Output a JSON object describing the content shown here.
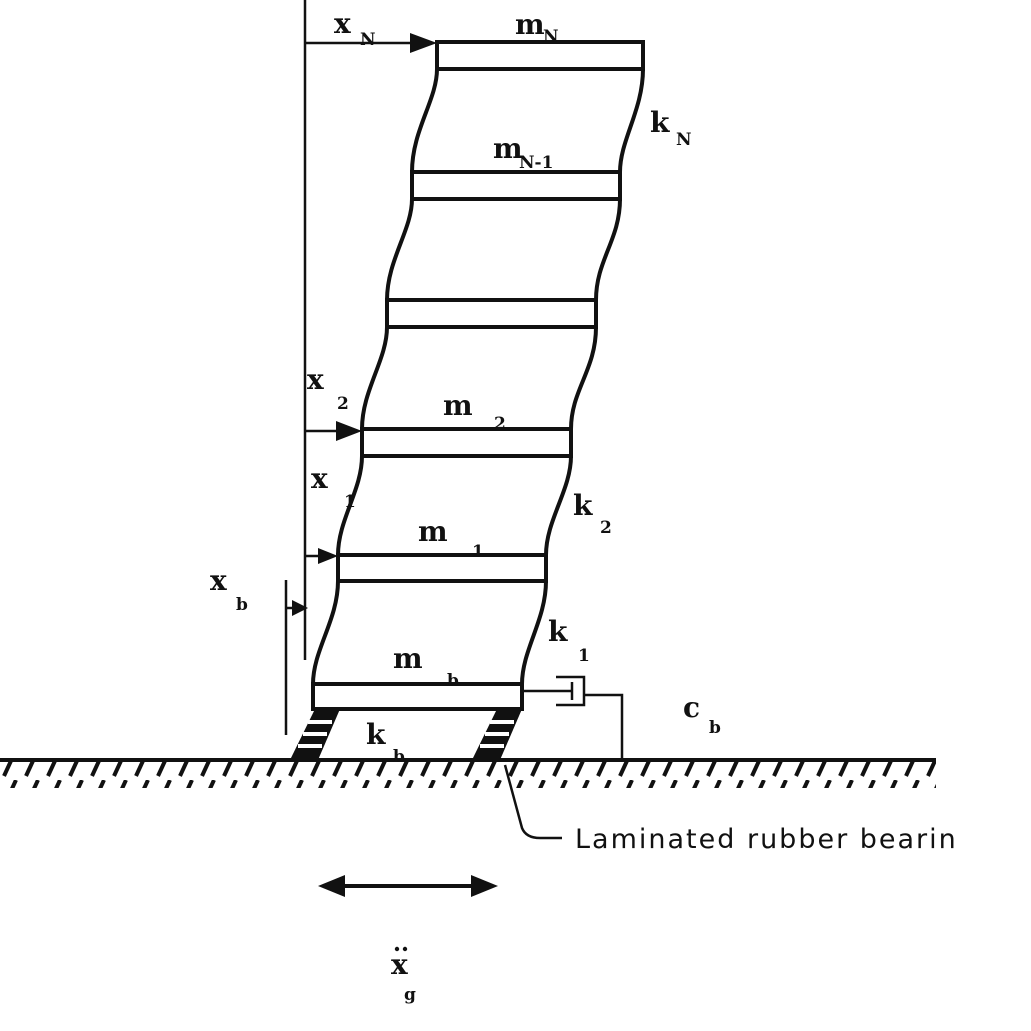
{
  "labels": {
    "xN": "x",
    "xN_sub": "N",
    "mN": "m",
    "mN_sub": "N",
    "kN": "k",
    "kN_sub": "N",
    "mN1": "m",
    "mN1_sub": "N-1",
    "x2": "x",
    "x2_sub": "2",
    "m2": "m",
    "m2_sub": "2",
    "x1": "x",
    "x1_sub": "1",
    "k2": "k",
    "k2_sub": "2",
    "m1": "m",
    "m1_sub": "1",
    "xb": "x",
    "xb_sub": "b",
    "k1": "k",
    "k1_sub": "1",
    "mb": "m",
    "mb_sub": "b",
    "cb": "c",
    "cb_sub": "b",
    "kb": "k",
    "kb_sub": "b",
    "xg": "x",
    "xg_sub": "g"
  },
  "caption": "Laminated rubber bearin"
}
